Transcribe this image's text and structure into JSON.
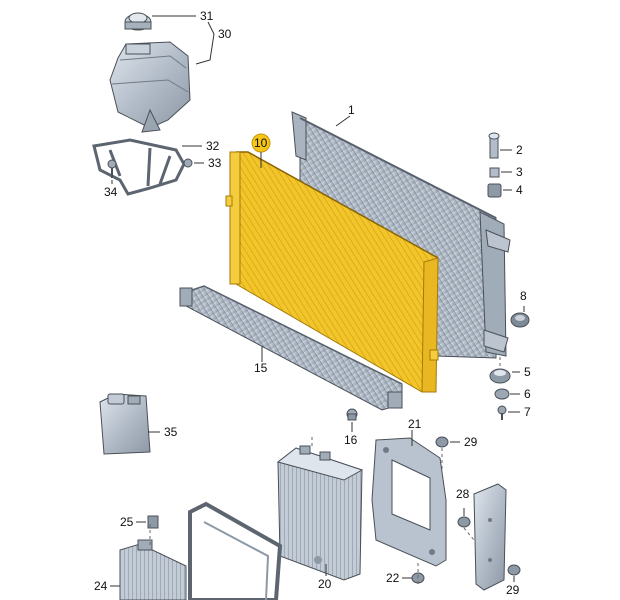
{
  "callouts": {
    "c1": "1",
    "c2": "2",
    "c3": "3",
    "c4": "4",
    "c5": "5",
    "c6": "6",
    "c7": "7",
    "c8": "8",
    "c10": "10",
    "c15": "15",
    "c16": "16",
    "c20": "20",
    "c21": "21",
    "c22": "22",
    "c24": "24",
    "c25": "25",
    "c28": "28",
    "c29a": "29",
    "c29b": "29",
    "c30": "30",
    "c31": "31",
    "c32": "32",
    "c33": "33",
    "c34": "34",
    "c35": "35"
  },
  "colors": {
    "highlight": "#f2c52a",
    "highlight_marker": "#f5c518",
    "part_fill": "#b8c3cf",
    "part_dark": "#8e99a6"
  }
}
